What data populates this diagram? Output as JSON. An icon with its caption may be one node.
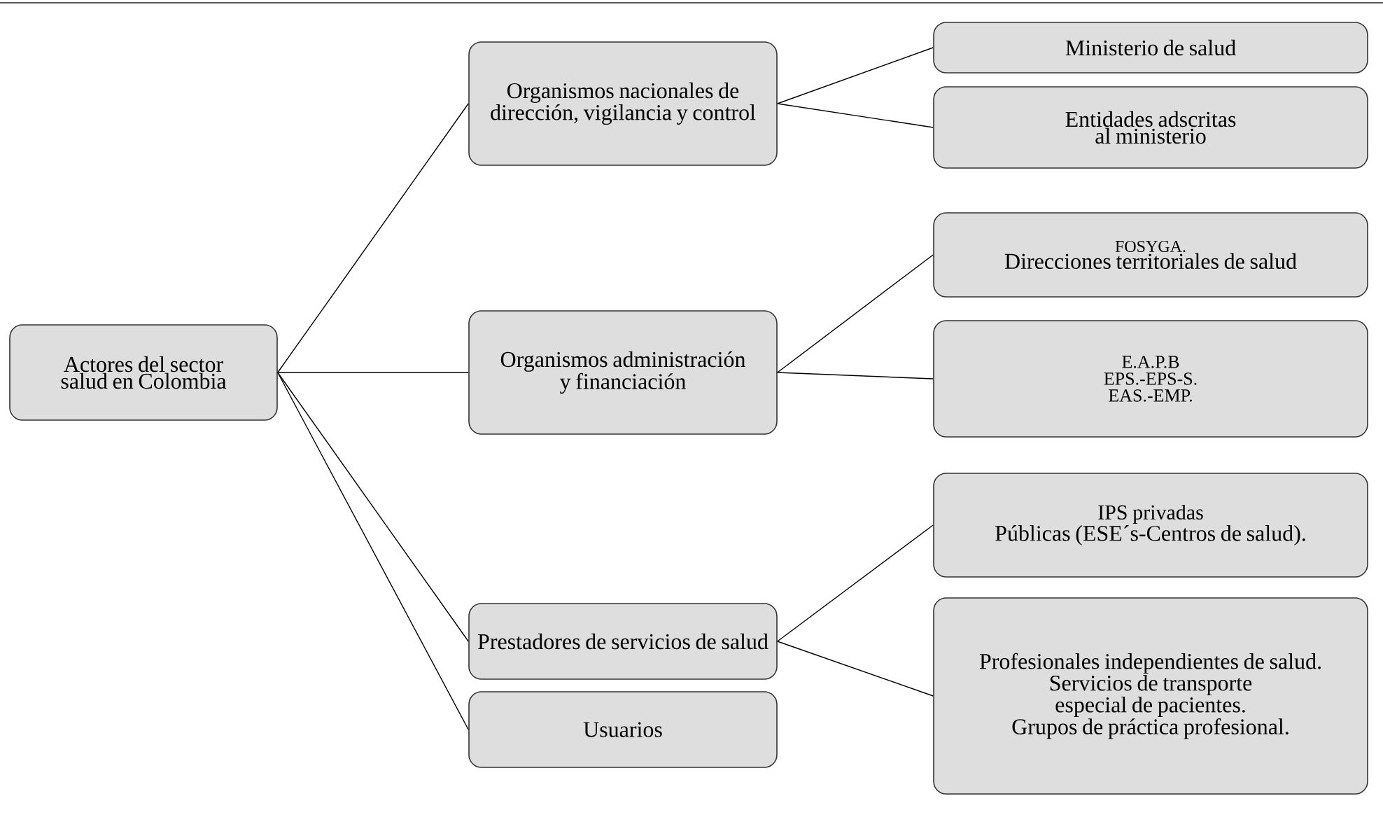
{
  "diagram": {
    "nodes": [
      {
        "text": [
          "Actores del sector salud en Colombia"
        ]
      },
      {
        "text": [
          "Organismos nacionales de dirección, vigilancia y control"
        ]
      },
      {
        "text": [
          "Organismos administración y financiación"
        ]
      },
      {
        "text": [
          "Prestadores de servicios de salud"
        ]
      },
      {
        "text": [
          "Usuarios"
        ]
      },
      {
        "text": [
          "Ministerio de salud"
        ]
      },
      {
        "text": [
          "Entidades adscritas al ministerio"
        ]
      },
      {
        "text": [
          "FOSYGA.",
          "Direcciones territoriales de salud"
        ]
      },
      {
        "text": [
          "E.A.P.B",
          "EPS.-EPS-S.",
          "EAS.-EMP."
        ]
      },
      {
        "text": [
          "IPS privadas",
          "Públicas (ESE´s-Centros de salud)."
        ]
      },
      {
        "text": [
          "Profesionales independientes de salud.",
          "Servicios de transporte especial de pacientes.",
          "Grupos de práctica profesional."
        ]
      }
    ],
    "edges": [
      {
        "from": 0,
        "to": 1,
        "arrow": "none"
      },
      {
        "from": 0,
        "to": 2,
        "arrow": "none"
      },
      {
        "from": 0,
        "to": 3,
        "arrow": "none"
      },
      {
        "from": 0,
        "to": 4,
        "arrow": "none"
      },
      {
        "from": 1,
        "to": 5,
        "arrow": "none"
      },
      {
        "from": 1,
        "to": 6,
        "arrow": "none"
      },
      {
        "from": 2,
        "to": 7,
        "arrow": "none"
      },
      {
        "from": 2,
        "to": 8,
        "arrow": "none"
      },
      {
        "from": 3,
        "to": 9,
        "arrow": "none"
      },
      {
        "from": 3,
        "to": 10,
        "arrow": "none"
      }
    ]
  }
}
